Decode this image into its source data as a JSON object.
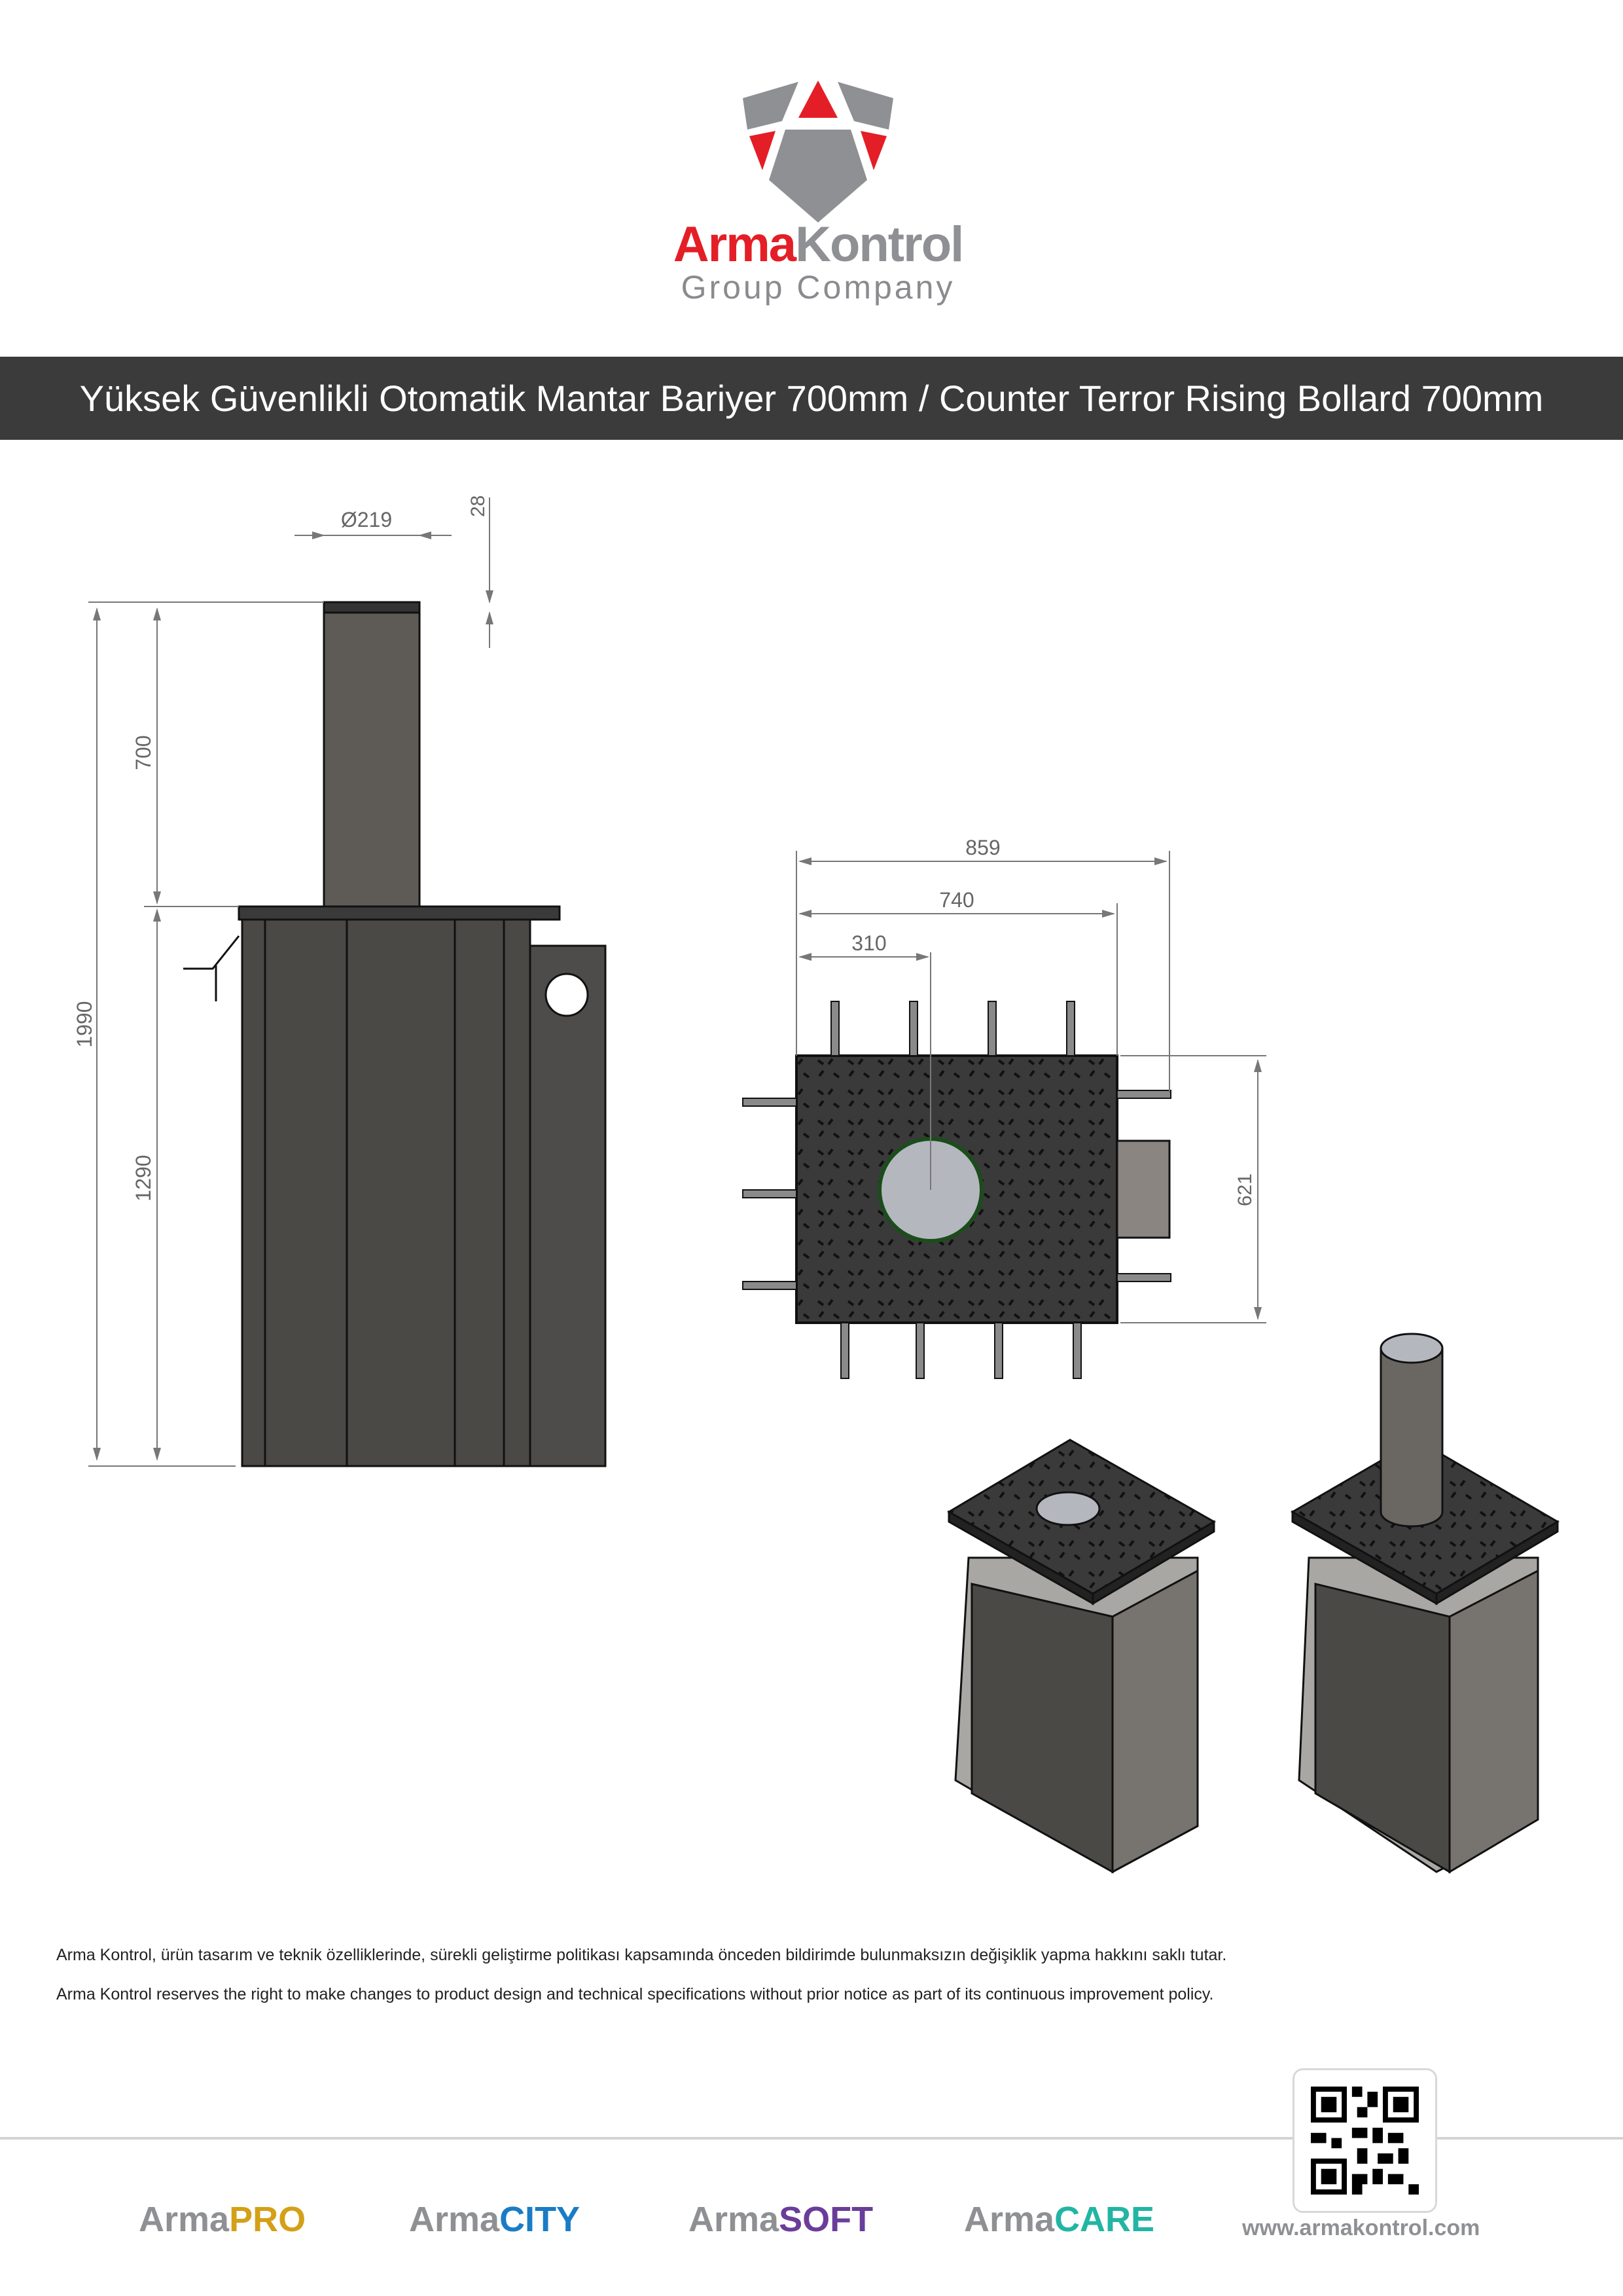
{
  "header": {
    "logo_brand_part1": "Arma",
    "logo_brand_part2": "Kontrol",
    "logo_subtitle": "Group Company",
    "title": "Yüksek Güvenlikli Otomatik Mantar Bariyer 700mm / Counter Terror Rising Bollard 700mm"
  },
  "colors": {
    "brand_red": "#e41e26",
    "brand_gray": "#8f9093",
    "title_bar": "#3b3b3b",
    "pro": "#d4a017",
    "city": "#1a7cc4",
    "soft": "#6a3d9a",
    "care": "#22b5a3"
  },
  "drawing": {
    "side_view": {
      "diameter": "Ø219",
      "cap": "28",
      "bollard_height": "700",
      "total_height": "1990",
      "body_height": "1290"
    },
    "top_view": {
      "width_outer": "859",
      "width_plate": "740",
      "center_offset": "310",
      "depth": "621"
    }
  },
  "disclaimer": {
    "tr": "Arma Kontrol, ürün tasarım ve teknik özelliklerinde, sürekli geliştirme politikası kapsamında önceden bildirimde bulunmaksızın değişiklik yapma hakkını saklı tutar.",
    "en": "Arma Kontrol reserves the right to make changes to product design and technical specifications without prior notice as part of its continuous improvement policy."
  },
  "footer": {
    "products": [
      {
        "prefix": "Arma",
        "suffix": "PRO"
      },
      {
        "prefix": "Arma",
        "suffix": "CITY"
      },
      {
        "prefix": "Arma",
        "suffix": "SOFT"
      },
      {
        "prefix": "Arma",
        "suffix": "CARE"
      }
    ],
    "website": "www.armakontrol.com"
  }
}
